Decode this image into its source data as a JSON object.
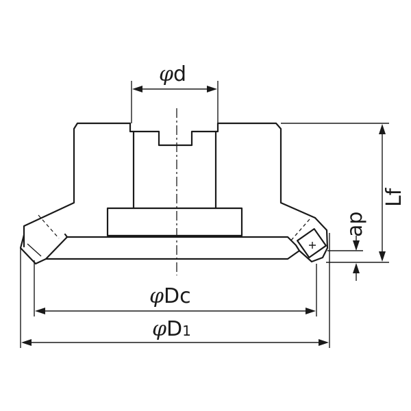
{
  "diagram": {
    "labels": {
      "d": {
        "symbol": "φ",
        "text": "d"
      },
      "dc": {
        "symbol": "φ",
        "text": "Dc"
      },
      "d1": {
        "symbol": "φ",
        "text": "D",
        "subscript": "1"
      },
      "lf": {
        "text": "Lf"
      },
      "ap": {
        "text": "ap"
      }
    },
    "colors": {
      "line": "#1a1a1a",
      "background": "#ffffff"
    }
  }
}
